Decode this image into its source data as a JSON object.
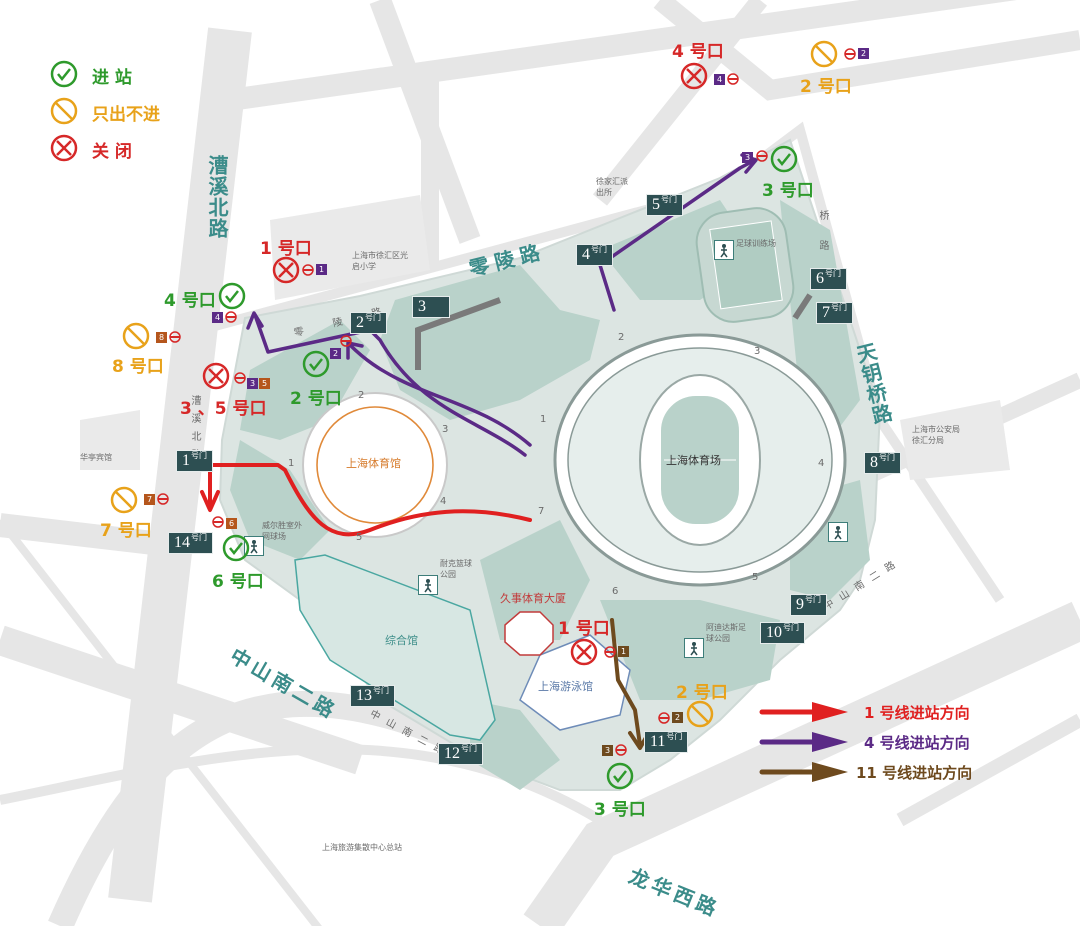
{
  "legend": {
    "enter": "进 站",
    "exit_only": "只出不进",
    "closed": "关 闭"
  },
  "route_legend": {
    "line1": "1 号线进站方向",
    "line4": "4 号线进站方向",
    "line11": "11 号线进站方向"
  },
  "colors": {
    "line1": "#e02020",
    "line4": "#5b2a86",
    "line11": "#6e4a1e",
    "enter": "#2e9a2c",
    "exit_only": "#e8a21a",
    "closed": "#d62828",
    "gate": "#2d4f52",
    "road_text": "#3b8c8a",
    "park": "#c9ddd6"
  },
  "roads": {
    "caoxi": "漕溪北路",
    "lingling": "零陵路",
    "tianyao": "天钥桥路",
    "zhongshan": "中山南二路",
    "longhua": "龙华西路",
    "caoxi_small": "漕溪北路",
    "lingling_small": "零陵路",
    "tianyao_small": "桥路",
    "zhongshan_small": "中山南二路"
  },
  "places": {
    "stadium": "上海体育场",
    "gym": "上海体育馆",
    "swimming": "上海游泳馆",
    "complex": "综合馆",
    "tower": "久事体育大厦",
    "football_field": "足球训练场",
    "tennis": "威尔胜室外网球场",
    "basketball": "耐克篮球公园",
    "adidas": "阿迪达斯足球公园",
    "school": "上海市徐汇区光启小学",
    "xujiahui": "徐家汇派出所",
    "police": "上海市公安局徐汇分局",
    "huating": "华亭宾馆",
    "bus": "上海旅游集散中心总站"
  },
  "gates": [
    "1",
    "2",
    "3",
    "4",
    "5",
    "6",
    "7",
    "8",
    "9",
    "10",
    "11",
    "12",
    "13",
    "14"
  ],
  "gate_suffix": "号门",
  "metro_exits": {
    "l1_exit1": "1 号口",
    "l4_exit4": "4 号口",
    "l4_exit4b": "4 号口",
    "l4_exit2": "2 号口",
    "l4_exit3": "3 号口",
    "l4_exit2b": "2 号口",
    "l1_exit35": "3 、5 号口",
    "l1_exit8": "8 号口",
    "l1_exit7": "7 号口",
    "l1_exit6": "6 号口",
    "l11_exit1": "1 号口",
    "l11_exit2": "2 号口",
    "l11_exit3": "3 号口"
  },
  "line_numbers": {
    "l1": "1",
    "l2": "2",
    "l3": "3",
    "l4": "4",
    "l5": "5",
    "l6": "6",
    "l7": "7",
    "l8": "8"
  },
  "interior_marks": {
    "m1": "1",
    "m2": "2",
    "m3": "3",
    "m4": "4",
    "m5": "5",
    "m6": "6",
    "m7": "7",
    "g1": "1",
    "g2": "2",
    "g3": "3",
    "g4": "4",
    "g5": "5",
    "g7": "7"
  }
}
